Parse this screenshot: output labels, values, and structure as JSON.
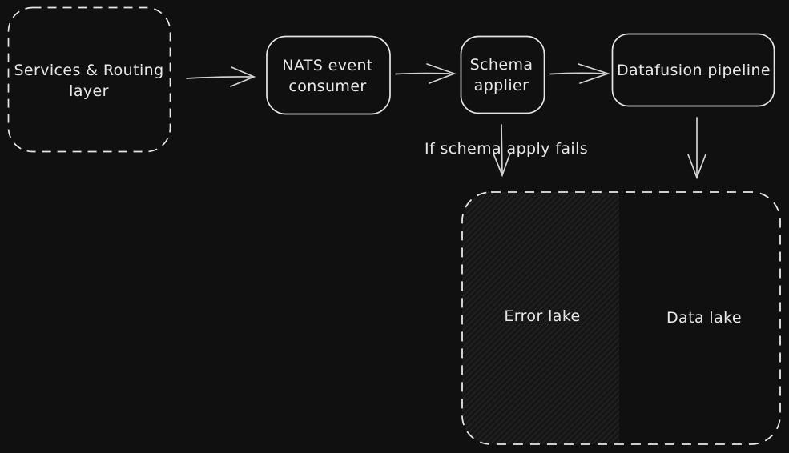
{
  "diagram": {
    "colors": {
      "background": "#101010",
      "node_stroke": "#e6e6e6",
      "arrow_stroke": "#d4d4d4",
      "text": "#e8e8e8",
      "hatch_base": "#161616",
      "hatch_line": "#2a2a2a"
    },
    "nodes": {
      "services_routing": {
        "line1": "Services & Routing",
        "line2": "layer",
        "border_style": "dashed"
      },
      "nats_consumer": {
        "line1": "NATS event",
        "line2": "consumer",
        "border_style": "solid"
      },
      "schema_applier": {
        "line1": "Schema",
        "line2": "applier",
        "border_style": "solid"
      },
      "datafusion_pipeline": {
        "label": "Datafusion pipeline",
        "border_style": "solid"
      },
      "lake_container": {
        "border_style": "dashed"
      },
      "error_lake": {
        "label": "Error lake",
        "fill_style": "hachure"
      },
      "data_lake": {
        "label": "Data lake"
      }
    },
    "edges": {
      "services_to_nats": {
        "from": "Services & Routing layer",
        "to": "NATS event consumer"
      },
      "nats_to_schema": {
        "from": "NATS event consumer",
        "to": "Schema applier"
      },
      "schema_to_datafusion": {
        "from": "Schema applier",
        "to": "Datafusion pipeline"
      },
      "schema_to_error_lake": {
        "from": "Schema applier",
        "to": "Error lake",
        "label": "If schema apply fails"
      },
      "datafusion_to_data_lake": {
        "from": "Datafusion pipeline",
        "to": "Data lake"
      }
    }
  }
}
